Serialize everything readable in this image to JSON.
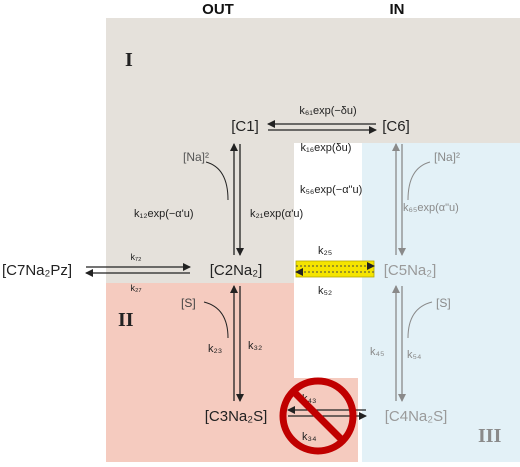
{
  "headers": {
    "out": "OUT",
    "in": "IN"
  },
  "regions": {
    "r1": "I",
    "r2": "II",
    "r3": "III"
  },
  "states": {
    "c1": "[C1]",
    "c6": "[C6]",
    "c2": "[C2Na₂]",
    "c5": "[C5Na₂]",
    "c3": "[C3Na₂S]",
    "c4": "[C4Na₂S]",
    "c7": "[C7Na₂Pz]"
  },
  "ligands": {
    "na_out": "[Na]²",
    "na_in": "[Na]²",
    "s_out": "[S]",
    "s_in": "[S]"
  },
  "rates": {
    "k61": "k₆₁exp(−δu)",
    "k16": "k₁₆exp(δu)",
    "k12": "k₁₂exp(−α'u)",
    "k21": "k₂₁exp(α'u)",
    "k56": "k₅₆exp(−α\"u)",
    "k65": "k₆₅exp(α\"u)",
    "k72": "k₇₂",
    "k27": "k₂₇",
    "k25": "k₂₅",
    "k52": "k₅₂",
    "k23": "k₂₃",
    "k32": "k₃₂",
    "k45": "k₄₅",
    "k54": "k₅₄",
    "k43": "k₄₃",
    "k34": "k₃₄"
  },
  "colors": {
    "region1": "#e5e1db",
    "region2": "#f5cbbf",
    "region3": "#e3f1f7",
    "forbidden": "#c00000",
    "highlight": "#f5e400",
    "dark": "#222222",
    "grey": "#8a8a8a"
  }
}
